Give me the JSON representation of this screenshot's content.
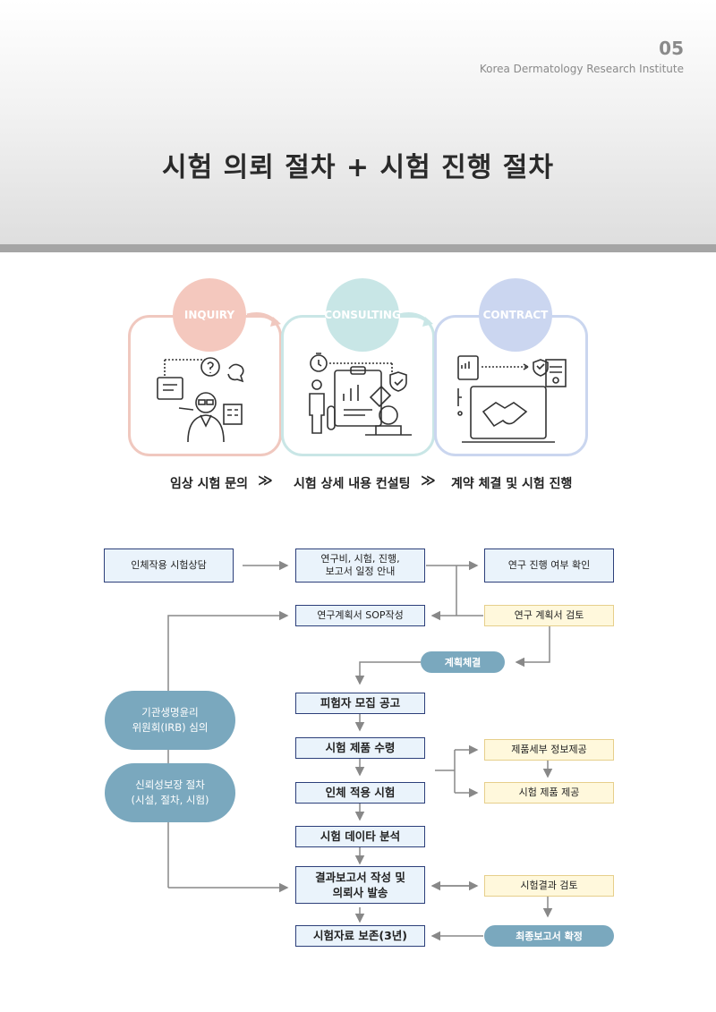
{
  "header": {
    "page_number": "05",
    "institute": "Korea Dermatology Research Institute",
    "title": "시험 의뢰 절차 + 시험 진행 절차"
  },
  "steps": [
    {
      "badge": "INQUIRY",
      "label": "임상 시험 문의",
      "illustration": "doctor-inquiry-icon",
      "color": "#f4c8be"
    },
    {
      "badge": "CONSULTING",
      "label": "시험 상세 내용 컨설팅",
      "illustration": "lab-consulting-icon",
      "color": "#c8e6e6"
    },
    {
      "badge": "CONTRACT",
      "label": "계약 체결 및 시험 진행",
      "illustration": "handshake-contract-icon",
      "color": "#cbd6f0"
    }
  ],
  "chevron": "≫",
  "flow": {
    "consult": "인체작용 시험상담",
    "guide": "연구비, 시험, 진행,\n보고서 일정 안내",
    "check": "연구 진행 여부 확인",
    "sop": "연구계획서 SOP작성",
    "plan_review": "연구 계획서 검토",
    "contract": "계획체결",
    "recruit": "피험자 모집 공고",
    "receive": "시험 제품 수령",
    "info": "제품세부 정보제공",
    "apply": "인체 적용 시험",
    "provide": "시험 제품 제공",
    "analysis": "시험 데이타 분석",
    "report": "결과보고서 작성 및\n의뢰사 발송",
    "result_review": "시험결과 검토",
    "archive": "시험자료 보존(3년)",
    "final": "최종보고서 확정",
    "irb": "기관생명윤리\n위원회(IRB) 심의",
    "reliability": "신뢰성보장 절차\n(시설, 절차, 시험)"
  },
  "colors": {
    "accent": "#7aa8be",
    "box_blue": "#eaf3fb",
    "box_yellow": "#fff8dc",
    "border_navy": "#2c3f7a"
  }
}
